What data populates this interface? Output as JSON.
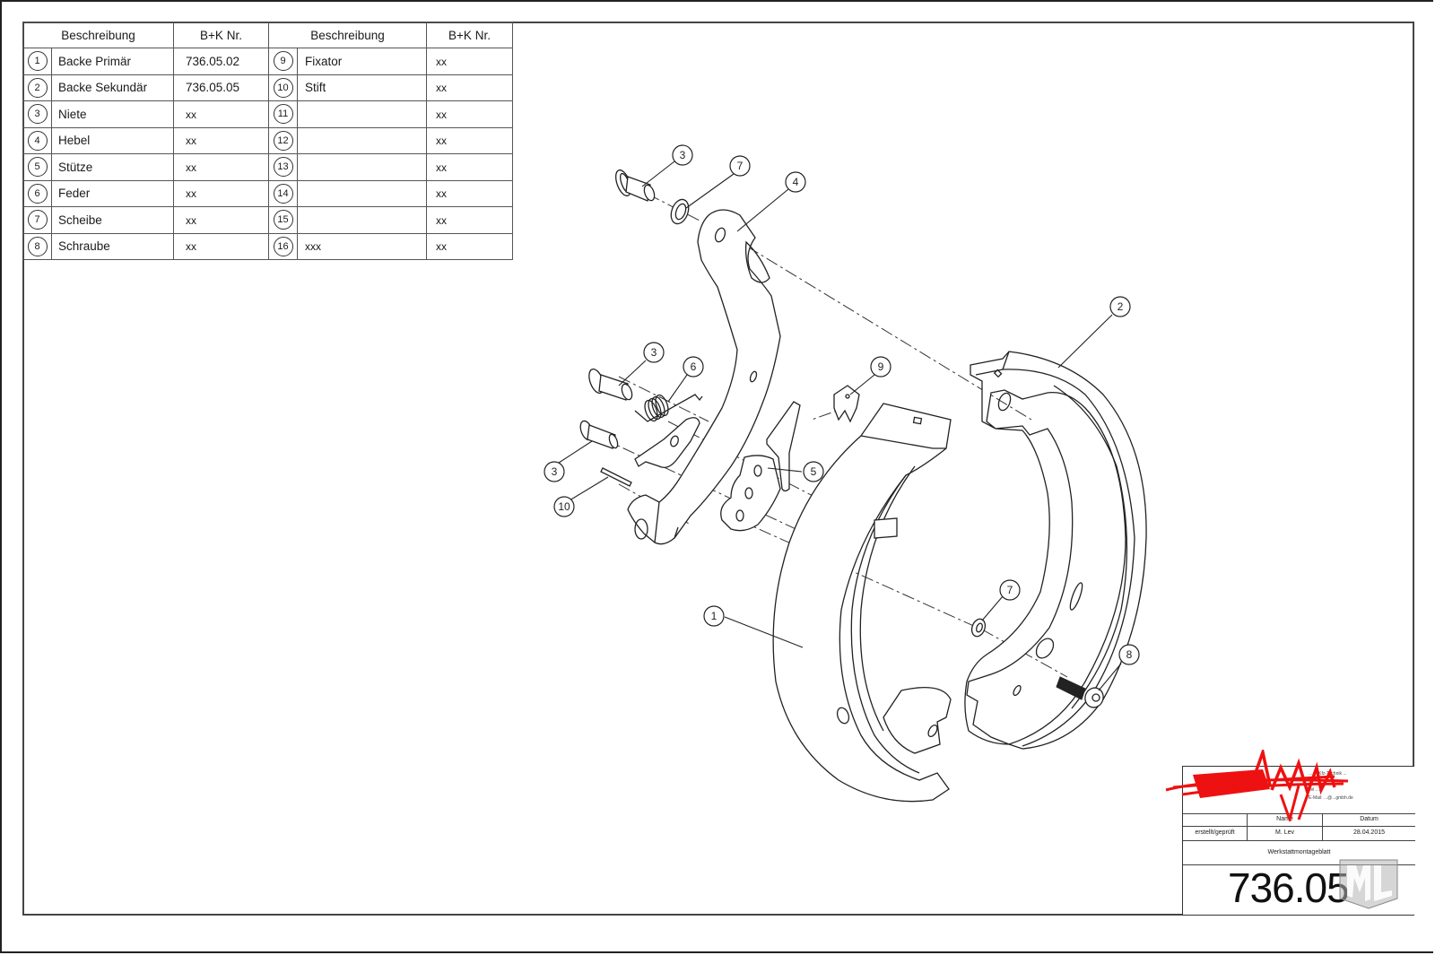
{
  "parts_table": {
    "headers": [
      "Beschreibung",
      "B+K Nr.",
      "Beschreibung",
      "B+K Nr."
    ],
    "rows": [
      {
        "left_num": "1",
        "left_desc": "Backe Primär",
        "left_bk": "736.05.02",
        "right_num": "9",
        "right_desc": "Fixator",
        "right_bk": "xx"
      },
      {
        "left_num": "2",
        "left_desc": "Backe Sekundär",
        "left_bk": "736.05.05",
        "right_num": "10",
        "right_desc": "Stift",
        "right_bk": "xx"
      },
      {
        "left_num": "3",
        "left_desc": "Niete",
        "left_bk": "xx",
        "right_num": "11",
        "right_desc": "",
        "right_bk": "xx"
      },
      {
        "left_num": "4",
        "left_desc": "Hebel",
        "left_bk": "xx",
        "right_num": "12",
        "right_desc": "",
        "right_bk": "xx"
      },
      {
        "left_num": "5",
        "left_desc": "Stütze",
        "left_bk": "xx",
        "right_num": "13",
        "right_desc": "",
        "right_bk": "xx"
      },
      {
        "left_num": "6",
        "left_desc": "Feder",
        "left_bk": "xx",
        "right_num": "14",
        "right_desc": "",
        "right_bk": "xx"
      },
      {
        "left_num": "7",
        "left_desc": "Scheibe",
        "left_bk": "xx",
        "right_num": "15",
        "right_desc": "",
        "right_bk": "xx"
      },
      {
        "left_num": "8",
        "left_desc": "Schraube",
        "left_bk": "xx",
        "right_num": "16",
        "right_desc": "xxx",
        "right_bk": "xx"
      }
    ]
  },
  "callouts": {
    "rivet_top": "3",
    "washer_top": "7",
    "lever": "4",
    "shoe_secondary": "2",
    "rivet_mid": "3",
    "spring": "6",
    "fixator": "9",
    "rivet_low": "3",
    "support": "5",
    "pin": "10",
    "shoe_primary": "1",
    "washer_low": "7",
    "screw": "8"
  },
  "title_block": {
    "company_lines": [
      "... u. Kfz-Technik ...",
      "...",
      "Tel ...",
      "E-Mail: ...@...gmbh.de"
    ],
    "col_name": "Name",
    "col_date": "Datum",
    "row_label": "erstellt/geprüft",
    "name": "M. Lev",
    "date": "28.04.2015",
    "doc_type": "Werkstattmontageblatt",
    "drawing_number": "736.05"
  },
  "colors": {
    "redaction": "#ee1111",
    "logo_gray": "#9a9a9a"
  }
}
